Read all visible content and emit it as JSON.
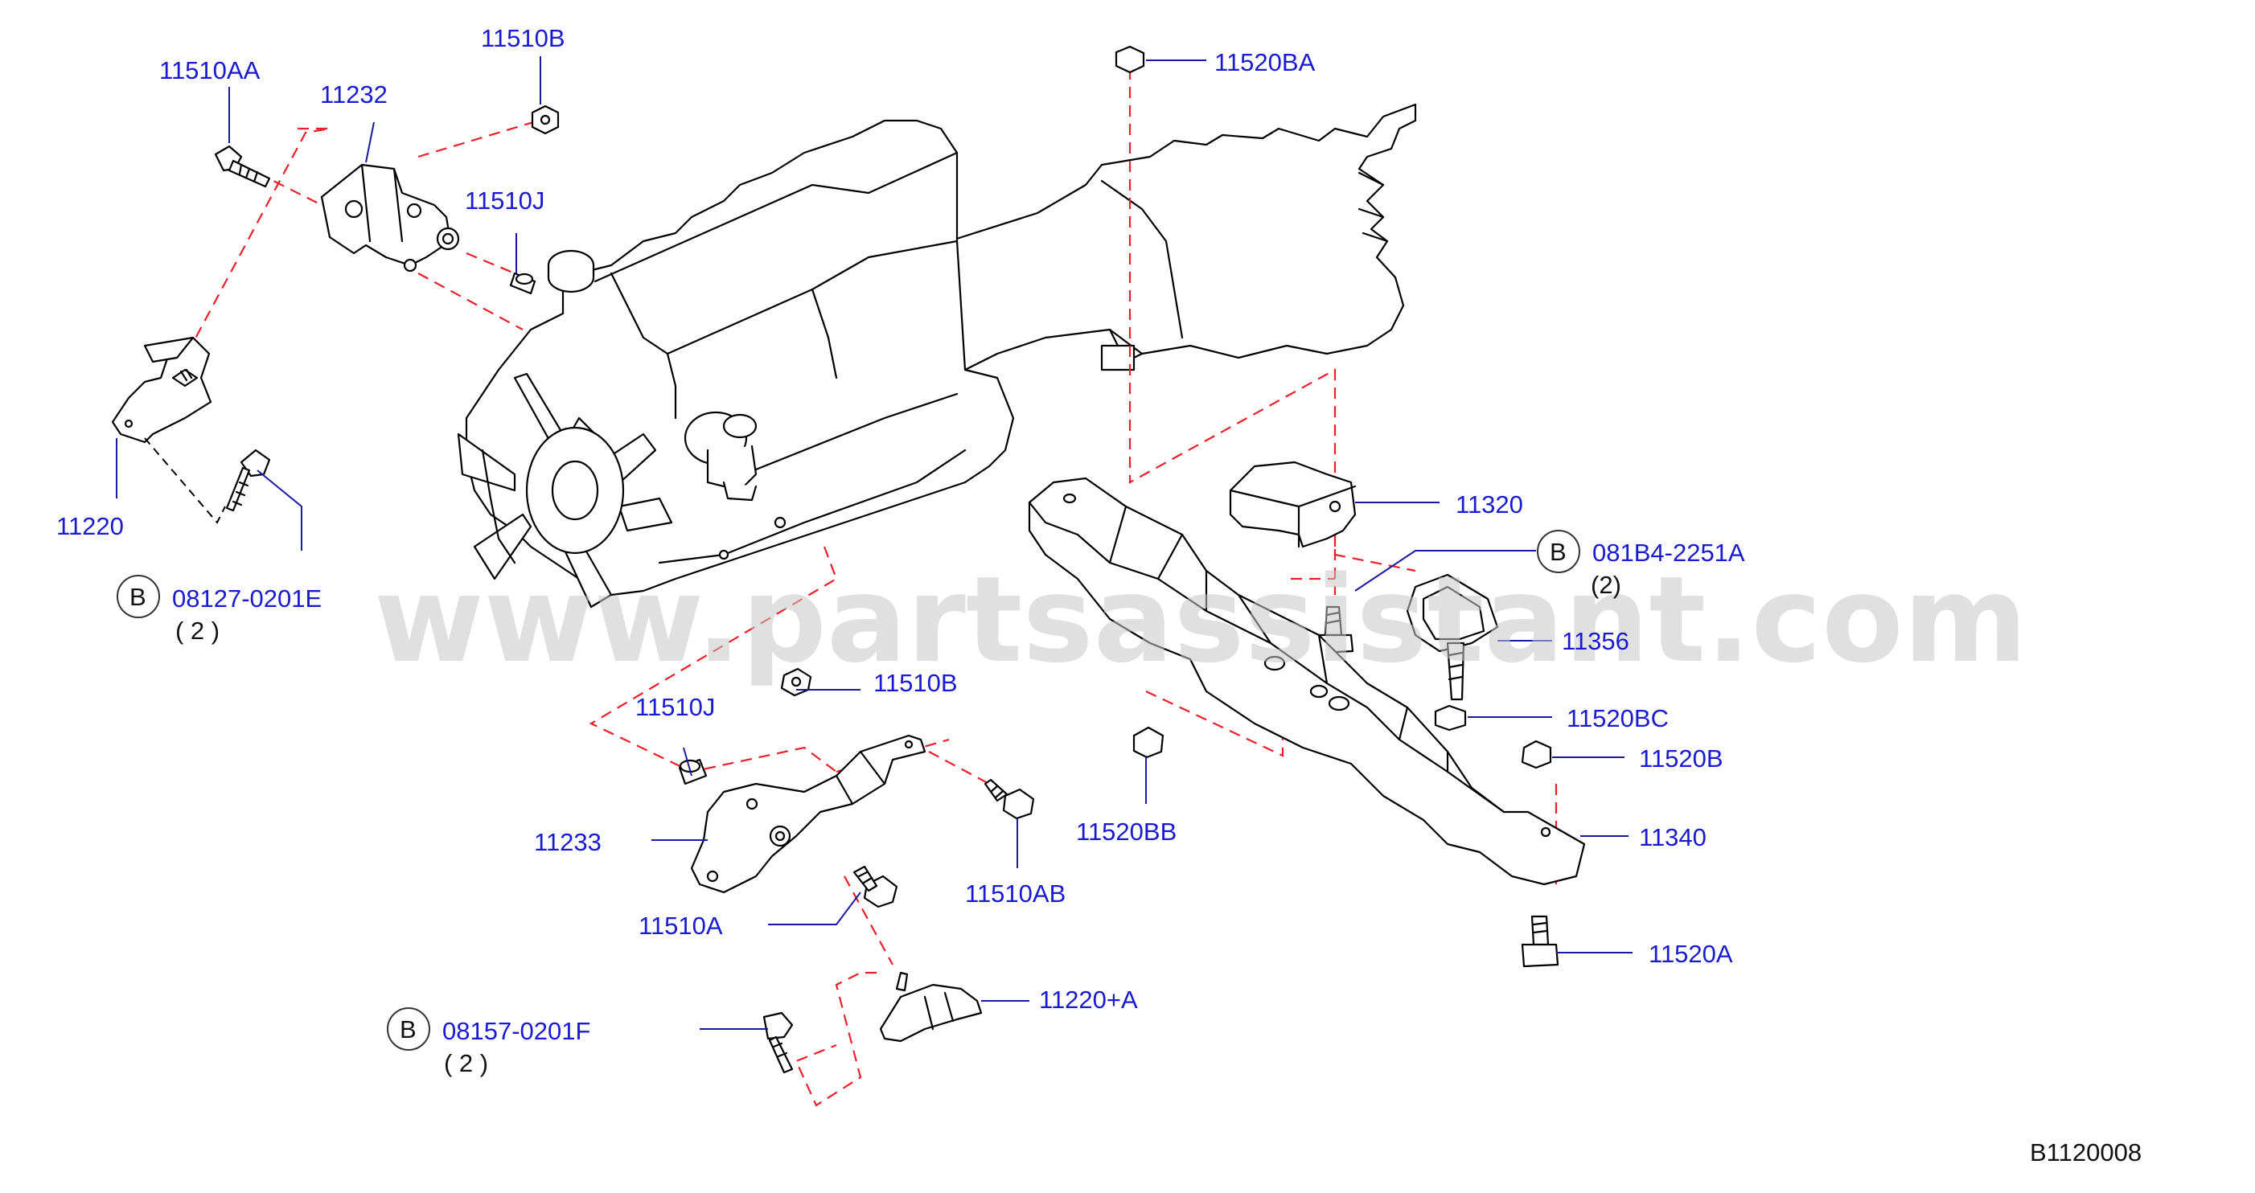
{
  "watermark": "www.partsassistant.com",
  "diagram_code": "B1120008",
  "labels": {
    "l11510AA": "11510AA",
    "l11510B_top": "11510B",
    "l11232": "11232",
    "l11510J_top": "11510J",
    "l11220": "11220",
    "l08127_code": "08127-0201E",
    "l08127_qty": "( 2 )",
    "l11520BA": "11520BA",
    "l11320": "11320",
    "l081B4_code": "081B4-2251A",
    "l081B4_qty": "(2)",
    "l11356": "11356",
    "l11520BC": "11520BC",
    "l11520B": "11520B",
    "l11340": "11340",
    "l11520A": "11520A",
    "l11520BB": "11520BB",
    "l11510B_bottom": "11510B",
    "l11510J_bottom": "11510J",
    "l11233": "11233",
    "l11510A": "11510A",
    "l11510AB": "11510AB",
    "l11220A": "11220+A",
    "l08157_code": "08157-0201F",
    "l08157_qty": "( 2 )",
    "b_marker": "B"
  },
  "colors": {
    "label_blue": "#1a1ad0",
    "dash_red": "#e8202a",
    "outline": "#000000",
    "watermark_gray": "#c7c7c7"
  }
}
